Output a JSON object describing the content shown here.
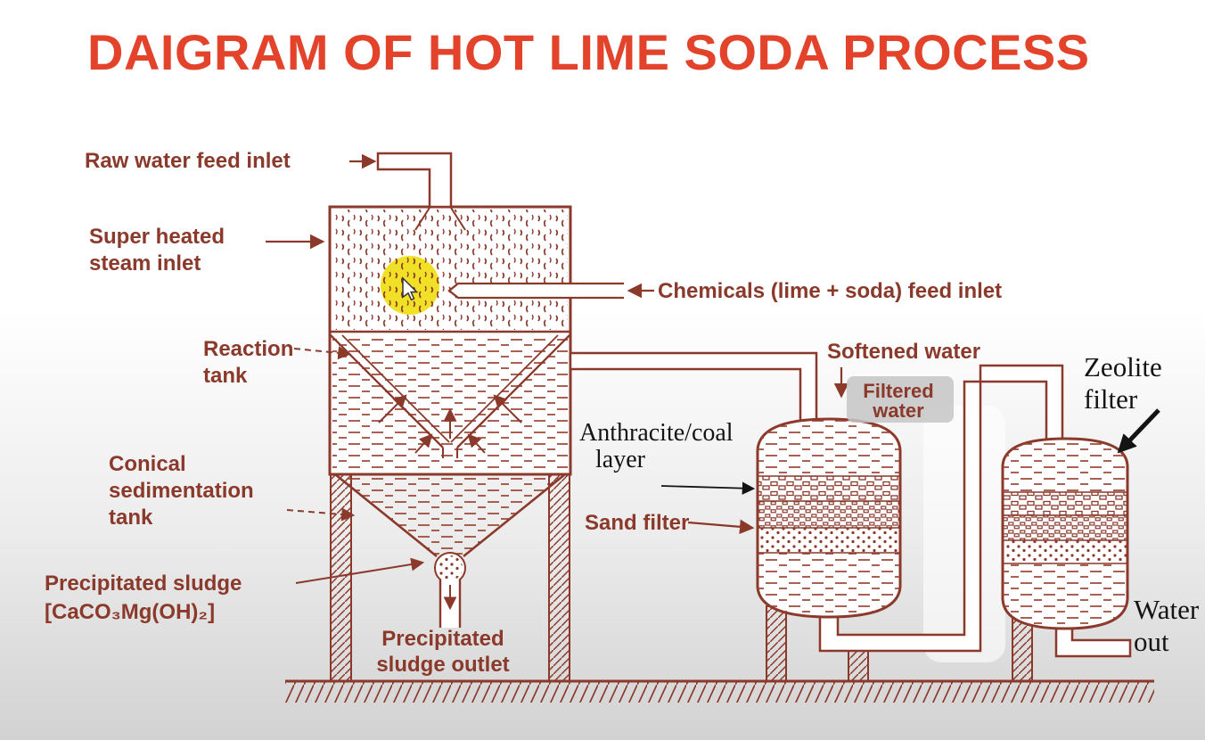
{
  "title": "DAIGRAM OF HOT LIME SODA PROCESS",
  "colors": {
    "title_red": "#e2432a",
    "diagram_ink": "#8a392b",
    "annotation_black": "#141414",
    "highlight_yellow": "#f0df1a",
    "filtered_water_patch": "#c6c6c6",
    "background_bottom": "#d2d2d2"
  },
  "labels": {
    "raw_water_feed_inlet": "Raw water feed inlet",
    "super_heated_steam_inlet": [
      "Super heated",
      "steam inlet"
    ],
    "chemicals_feed_inlet": "Chemicals (lime + soda) feed inlet",
    "reaction_tank": [
      "Reaction",
      "tank"
    ],
    "conical_sedimentation_tank": [
      "Conical",
      "sedimentation",
      "tank"
    ],
    "precipitated_sludge": [
      "Precipitated sludge",
      "[CaCO₃Mg(OH)₂]"
    ],
    "precipitated_sludge_outlet": [
      "Precipitated",
      "sludge outlet"
    ],
    "softened_water": "Softened water",
    "filtered_water": [
      "Filtered",
      "water"
    ],
    "anthracite_coal_layer": [
      "Anthracite/coal",
      "layer"
    ],
    "sand_filter": "Sand filter",
    "zeolite_filter": [
      "Zeolite",
      "filter"
    ],
    "water_out": [
      "Water",
      "out"
    ]
  }
}
